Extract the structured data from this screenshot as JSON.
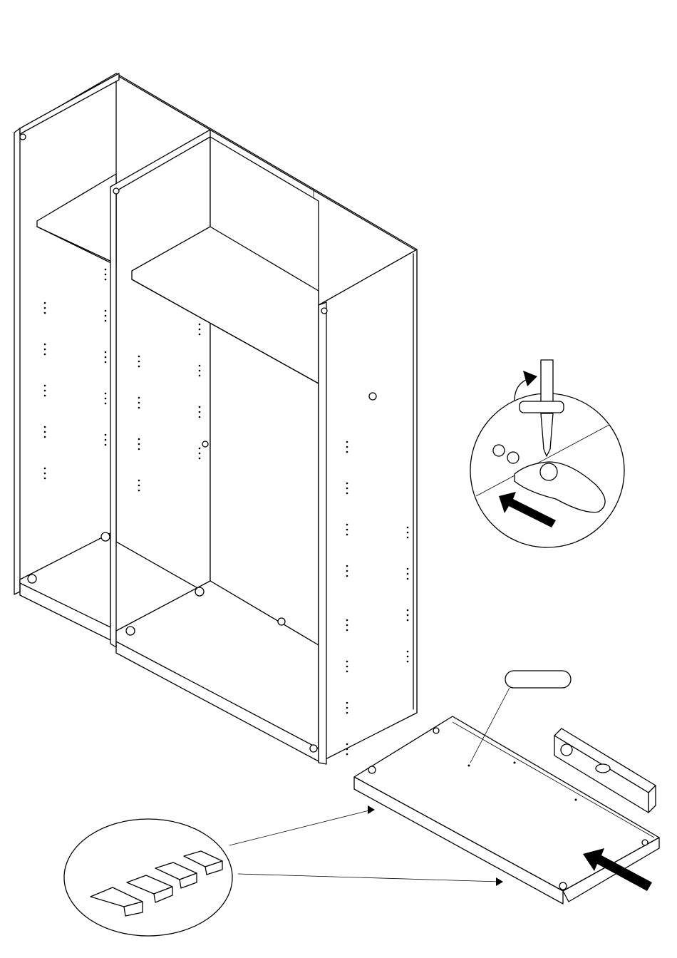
{
  "diagram": {
    "parts": [
      {
        "name": "wardrobe-carcass"
      },
      {
        "name": "bottom-plinth-panel"
      },
      {
        "name": "screwdriver-detail"
      },
      {
        "name": "leveling-wedges-detail"
      },
      {
        "name": "spirit-level"
      }
    ],
    "part_label": "",
    "colors": {
      "line": "#000000",
      "background": "#ffffff"
    }
  }
}
